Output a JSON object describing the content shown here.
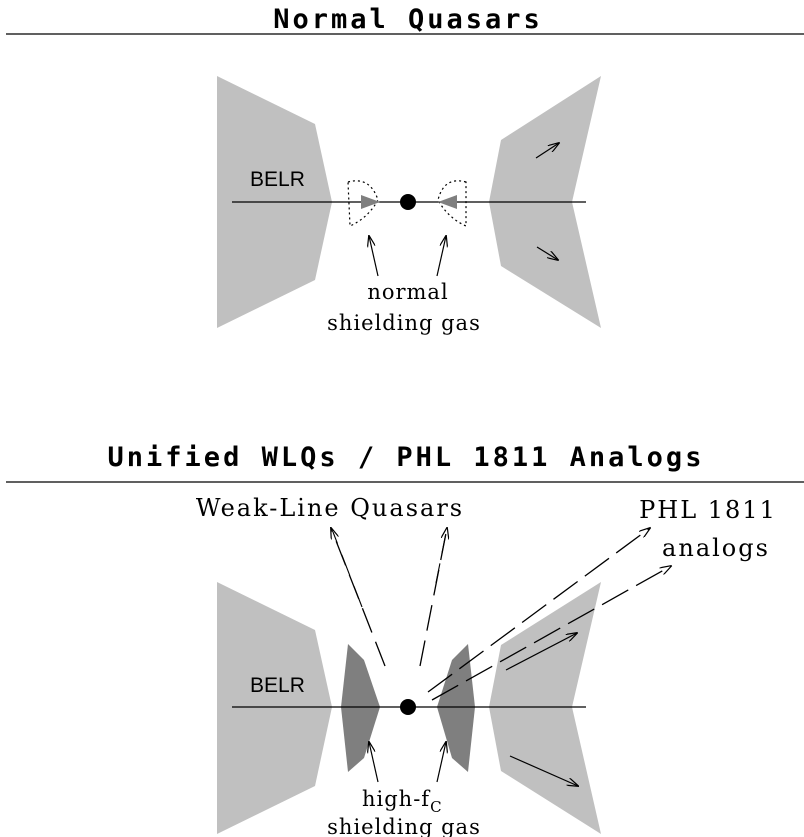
{
  "top_panel": {
    "title": "Normal Quasars",
    "belr_label": "BELR",
    "shield_label_line1": "normal",
    "shield_label_line2": "shielding gas"
  },
  "bottom_panel": {
    "title": "Unified WLQs / PHL 1811 Analogs",
    "belr_label": "BELR",
    "wlq_label": "Weak-Line Quasars",
    "phl_label_line1": "PHL 1811",
    "phl_label_line2": "analogs",
    "shield_label_prefix": "high-f",
    "shield_label_subscript": "C",
    "shield_label_line2": "shielding gas"
  },
  "colors": {
    "belr_fill": "#c0c0c0",
    "shield_fill": "#7f7f7f",
    "line": "#000000"
  }
}
